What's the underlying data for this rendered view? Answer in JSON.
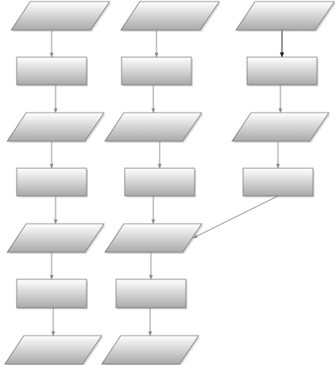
{
  "diagram": {
    "nodes": [
      {
        "id": "n1",
        "shape": "parallelogram",
        "label": ""
      },
      {
        "id": "n2",
        "shape": "parallelogram",
        "label": ""
      },
      {
        "id": "n3",
        "shape": "parallelogram",
        "label": ""
      },
      {
        "id": "n4",
        "shape": "rectangle",
        "label": ""
      },
      {
        "id": "n5",
        "shape": "rectangle",
        "label": ""
      },
      {
        "id": "n6",
        "shape": "rectangle",
        "label": ""
      },
      {
        "id": "n7",
        "shape": "parallelogram",
        "label": ""
      },
      {
        "id": "n8",
        "shape": "parallelogram",
        "label": ""
      },
      {
        "id": "n9",
        "shape": "parallelogram",
        "label": ""
      },
      {
        "id": "n10",
        "shape": "rectangle",
        "label": ""
      },
      {
        "id": "n11",
        "shape": "rectangle",
        "label": ""
      },
      {
        "id": "n12",
        "shape": "rectangle",
        "label": ""
      },
      {
        "id": "n13",
        "shape": "parallelogram",
        "label": ""
      },
      {
        "id": "n14",
        "shape": "parallelogram",
        "label": ""
      },
      {
        "id": "n15",
        "shape": "rectangle",
        "label": ""
      },
      {
        "id": "n16",
        "shape": "rectangle",
        "label": ""
      },
      {
        "id": "n17",
        "shape": "parallelogram",
        "label": ""
      },
      {
        "id": "n18",
        "shape": "parallelogram",
        "label": ""
      }
    ],
    "edges": [
      {
        "from": "n1",
        "to": "n4"
      },
      {
        "from": "n2",
        "to": "n5"
      },
      {
        "from": "n3",
        "to": "n6",
        "style": "dark"
      },
      {
        "from": "n4",
        "to": "n7"
      },
      {
        "from": "n5",
        "to": "n8"
      },
      {
        "from": "n6",
        "to": "n9"
      },
      {
        "from": "n7",
        "to": "n10"
      },
      {
        "from": "n8",
        "to": "n11"
      },
      {
        "from": "n9",
        "to": "n12"
      },
      {
        "from": "n10",
        "to": "n13"
      },
      {
        "from": "n11",
        "to": "n14"
      },
      {
        "from": "n12",
        "to": "n14"
      },
      {
        "from": "n13",
        "to": "n15"
      },
      {
        "from": "n14",
        "to": "n16"
      },
      {
        "from": "n15",
        "to": "n17"
      },
      {
        "from": "n16",
        "to": "n18"
      }
    ],
    "colors": {
      "fill_top": "#ffffff",
      "fill_bottom": "#a9a9a9",
      "stroke": "#6e6e6e",
      "edge": "#8a8a8a",
      "edge_dark": "#222222"
    }
  }
}
